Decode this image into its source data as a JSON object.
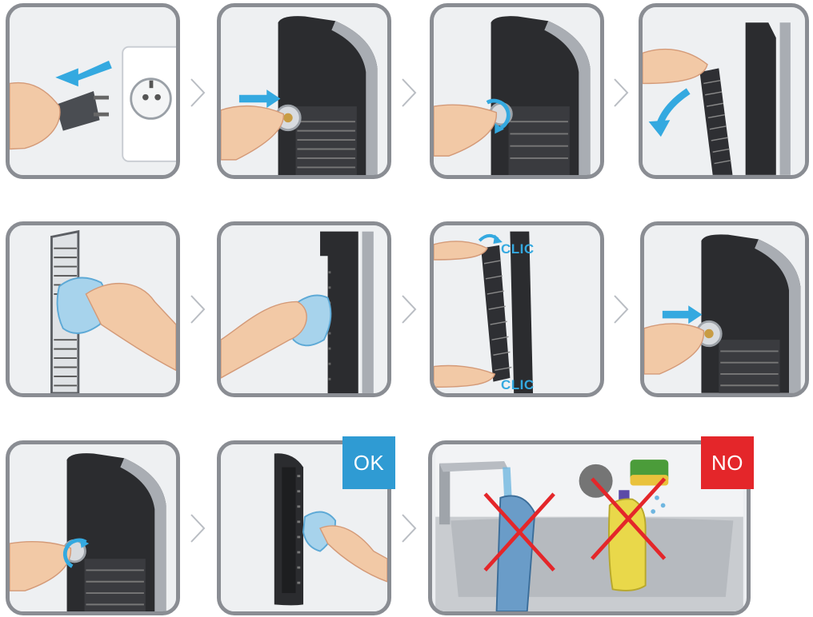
{
  "badges": {
    "ok": "OK",
    "no": "NO"
  },
  "clic_label": "CLIC",
  "steps": [
    {
      "icon": "unplug-from-socket-icon"
    },
    {
      "icon": "press-filter-button-icon"
    },
    {
      "icon": "turn-filter-lock-icon"
    },
    {
      "icon": "remove-filter-icon"
    },
    {
      "icon": "wipe-filter-icon"
    },
    {
      "icon": "wipe-unit-icon"
    },
    {
      "icon": "reinsert-filter-icon"
    },
    {
      "icon": "push-filter-button-icon"
    },
    {
      "icon": "lock-filter-icon"
    },
    {
      "icon": "dry-cloth-ok-icon"
    },
    {
      "icon": "no-water-no-detergent-icon"
    }
  ],
  "colors": {
    "panel_border": "#8a8d93",
    "ok_badge": "#2f9bd3",
    "no_badge": "#e4262a",
    "arrow_blue": "#34a9e0",
    "cross_red": "#e4262a"
  }
}
